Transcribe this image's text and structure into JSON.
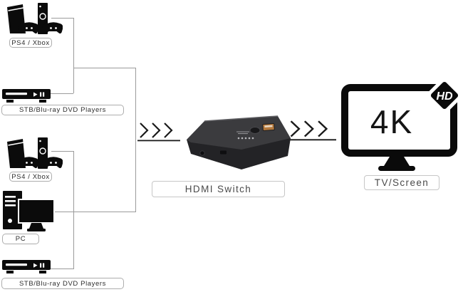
{
  "diagram": {
    "type": "hdmi-switch-connection-diagram",
    "colors": {
      "background": "#ffffff",
      "connector_line": "#9b9b9b",
      "ink": "#1a1a1a",
      "switch_top": "#3b3b3e",
      "switch_front": "#232326",
      "usb_port": "#b5793c"
    },
    "sources": [
      {
        "label": "PS4 / Xbox",
        "icon": "game-consoles"
      },
      {
        "label": "STB/Blu-ray DVD Players",
        "icon": "media-player"
      },
      {
        "label": "PS4 / Xbox",
        "icon": "game-consoles"
      },
      {
        "label": "PC",
        "icon": "desktop-pc"
      },
      {
        "label": "STB/Blu-ray DVD Players",
        "icon": "media-player"
      }
    ],
    "switch": {
      "label": "HDMI Switch"
    },
    "display": {
      "label": "TV/Screen",
      "screen_text": "4K",
      "badge_text": "HD"
    }
  }
}
